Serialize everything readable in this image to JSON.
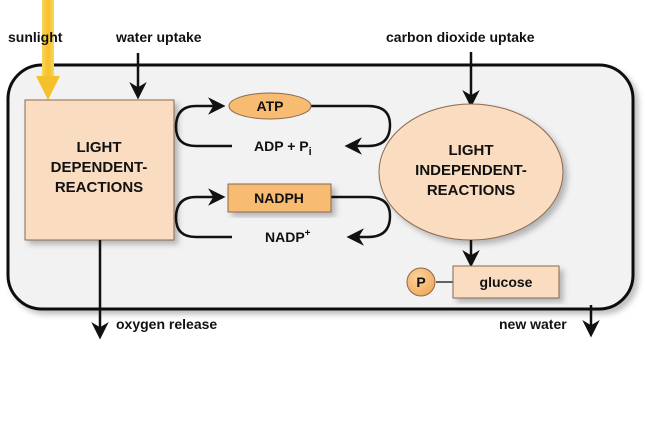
{
  "labels": {
    "sunlight": "sunlight",
    "water_uptake": "water uptake",
    "co2_uptake": "carbon dioxide uptake",
    "oxygen_release": "oxygen release",
    "new_water": "new water"
  },
  "light_dependent": {
    "line1": "LIGHT",
    "line2": "DEPENDENT-",
    "line3": "REACTIONS"
  },
  "light_independent": {
    "line1": "LIGHT",
    "line2": "INDEPENDENT-",
    "line3": "REACTIONS"
  },
  "atp": "ATP",
  "adp": "ADP + P",
  "adp_sub": "i",
  "nadph": "NADPH",
  "nadp": "NADP",
  "nadp_sup": "+",
  "glucose": "glucose",
  "phosphate": "P",
  "colors": {
    "box_fill": "#fadcc0",
    "atp_fill": "#f7bb72",
    "sun_arrow": "#f5c531",
    "panel": "#f2f2f2"
  }
}
